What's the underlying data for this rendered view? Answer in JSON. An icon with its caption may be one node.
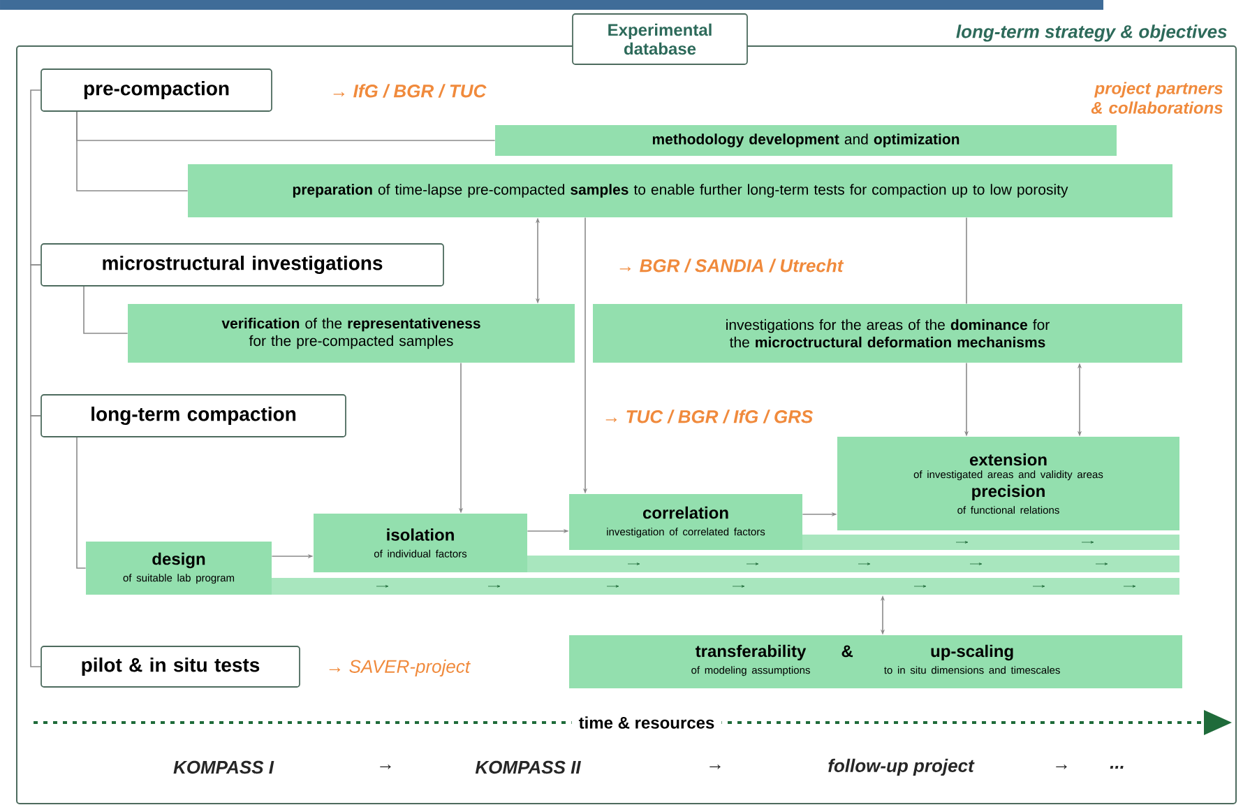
{
  "diagram": {
    "nodes": [
      {
        "text": [
          "long-term strategy & objectives"
        ]
      },
      {
        "text": [
          "Experimental database"
        ]
      },
      {
        "text": [
          "pre-compaction"
        ],
        "in": 0
      },
      {
        "text": [
          "**methodology development** and **optimization**"
        ],
        "in": 0
      },
      {
        "text": [
          "**preparation** of time-lapse pre-compacted **samples** to enable further long-term tests for compaction up to low porosity"
        ],
        "in": 0
      },
      {
        "text": [
          "microstructural investigations"
        ],
        "in": 0
      },
      {
        "text": [
          "**verification** of the **representativeness** for the pre-compacted samples"
        ],
        "in": 0
      },
      {
        "text": [
          "investigations for the areas of the **dominance** for the **microctructural deformation mechanisms**"
        ],
        "in": 0
      },
      {
        "text": [
          "long-term compaction"
        ],
        "in": 0
      },
      {
        "text": [
          "extension",
          "of investigated areas and validity areas",
          "precision",
          "of functional relations"
        ],
        "in": 0
      },
      {
        "text": [
          "correlation",
          "investigation of correlated factors"
        ],
        "in": 0
      },
      {
        "text": [
          "isolation",
          "of individual factors"
        ],
        "in": 0
      },
      {
        "text": [
          "design",
          "of suitable lab program"
        ],
        "in": 0
      },
      {
        "text": [
          "pilot & in situ tests"
        ],
        "in": 0
      },
      {
        "text": [
          "transferability",
          "of modeling assumptions",
          "&",
          "up-scaling",
          "to in situ dimensions and timescales"
        ],
        "in": 0
      }
    ],
    "edges": [
      {
        "from": 2,
        "to": 5,
        "arrow": "none"
      },
      {
        "from": 5,
        "to": 8,
        "arrow": "none"
      },
      {
        "from": 8,
        "to": 13,
        "arrow": "none"
      },
      {
        "from": 2,
        "to": 3,
        "arrow": "none"
      },
      {
        "from": 2,
        "to": 4,
        "arrow": "none"
      },
      {
        "from": 5,
        "to": 6,
        "arrow": "none"
      },
      {
        "from": 8,
        "to": 12,
        "arrow": "none"
      },
      {
        "from": 4,
        "to": 6,
        "arrow": "both"
      },
      {
        "from": 4,
        "to": 10,
        "arrow": "to"
      },
      {
        "from": 6,
        "to": 11,
        "arrow": "to"
      },
      {
        "from": 4,
        "to": 7,
        "arrow": "none"
      },
      {
        "from": 7,
        "to": 9,
        "arrow": "to"
      },
      {
        "from": 7,
        "to": 9,
        "arrow": "both"
      },
      {
        "from": 12,
        "to": 11,
        "arrow": "to"
      },
      {
        "from": 11,
        "to": 10,
        "arrow": "to"
      },
      {
        "from": 10,
        "to": 9,
        "arrow": "to"
      },
      {
        "from": 12,
        "to": 14,
        "arrow": "both"
      }
    ],
    "labels": [
      "project partners & collaborations",
      "→ IfG / BGR / TUC",
      "→ BGR / SANDIA / Utrecht",
      "→ TUC / BGR / IfG / GRS",
      "→ SAVER-project",
      "time & resources",
      "KOMPASS I",
      "→",
      "KOMPASS II",
      "→",
      "follow-up project",
      "→",
      "..."
    ]
  }
}
